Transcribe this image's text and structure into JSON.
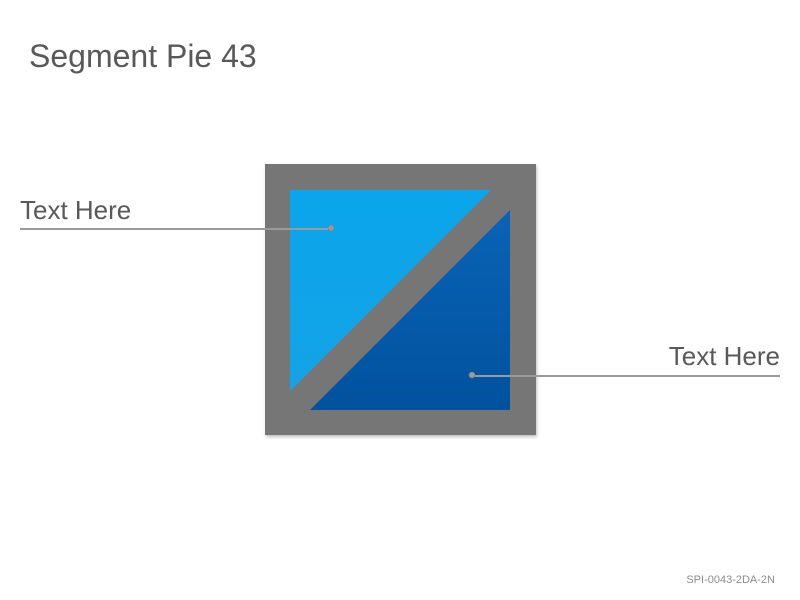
{
  "slide": {
    "title": "Segment Pie 43",
    "footer_code": "SPI-0043-2DA-2N"
  },
  "segments": [
    {
      "label": "Text Here",
      "color": "#0aa5ec"
    },
    {
      "label": "Text Here",
      "color": "#0057a8"
    }
  ],
  "colors": {
    "frame": "#767676",
    "leader_line": "#9a9a9a",
    "text": "#595959"
  }
}
